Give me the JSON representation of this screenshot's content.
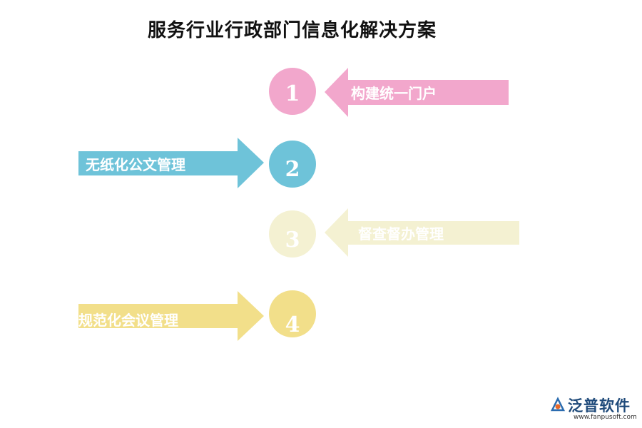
{
  "title": "服务行业行政部门信息化解决方案",
  "steps": [
    {
      "number": "1",
      "label": "构建统一门户",
      "color": "#f2a7cc"
    },
    {
      "number": "2",
      "label": "无纸化公文管理",
      "color": "#6ec3d9"
    },
    {
      "number": "3",
      "label": "督查督办管理",
      "color": "#f4f1d2"
    },
    {
      "number": "4",
      "label": "规范化会议管理",
      "color": "#f2df8a"
    }
  ],
  "logo": {
    "name": "泛普软件",
    "url": "www.fanpusoft.com",
    "icon": "fanpu-logo-icon"
  }
}
